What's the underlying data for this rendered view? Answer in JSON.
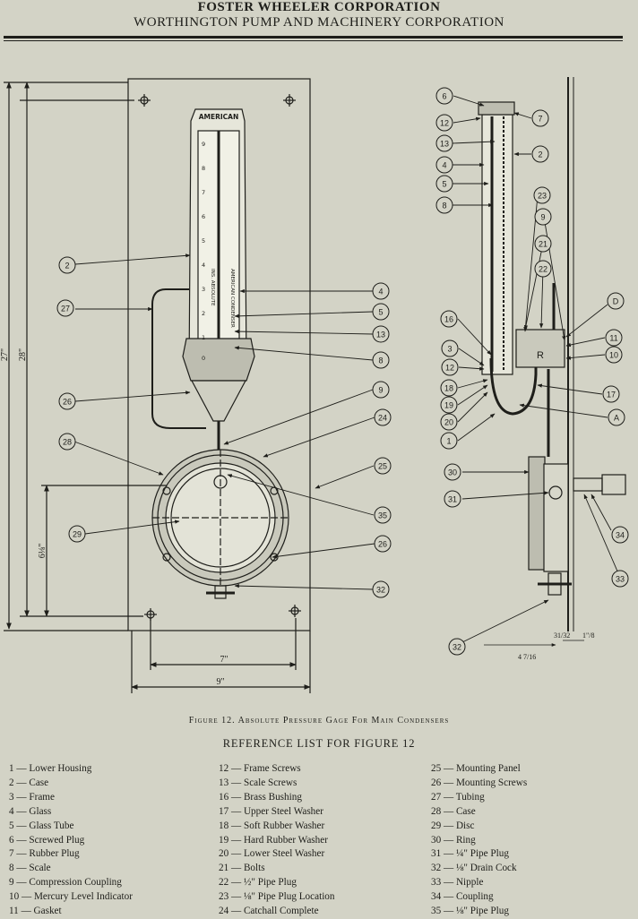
{
  "header": {
    "line1": "FOSTER WHEELER CORPORATION",
    "line2": "WORTHINGTON PUMP AND MACHINERY CORPORATION"
  },
  "figure": {
    "caption": "Figure 12. Absolute Pressure Gage For Main Condensers",
    "gage_brand": "AMERICAN",
    "scale_numbers": [
      "9",
      "8",
      "7",
      "6",
      "5",
      "4",
      "3",
      "2",
      "1",
      "0"
    ],
    "scale_labels": {
      "left": "INS. ABSOLUTE",
      "right": "AMERICAN CONDENSER"
    },
    "dims": {
      "height_outer": "27\"",
      "height_inner": "28\"",
      "width_inner": "7\"",
      "width_outer": "9\"",
      "offset_vertical": "6⅛\"",
      "depth_a": "4 7/16",
      "depth_b": "31/32",
      "depth_c": "1\"/8"
    },
    "front_callouts": [
      "2",
      "27",
      "26",
      "28",
      "29",
      "4",
      "5",
      "13",
      "8",
      "9",
      "24",
      "25",
      "35",
      "26",
      "32"
    ],
    "side_callouts": [
      "6",
      "12",
      "13",
      "4",
      "5",
      "8",
      "7",
      "2",
      "23",
      "9",
      "21",
      "22",
      "D",
      "11",
      "10",
      "16",
      "3",
      "12",
      "18",
      "19",
      "20",
      "1",
      "17",
      "A",
      "30",
      "31",
      "34",
      "33",
      "32"
    ],
    "side_letter_r": "R"
  },
  "reference": {
    "title": "REFERENCE LIST FOR FIGURE 12",
    "col1": [
      "1 — Lower Housing",
      "2 — Case",
      "3 — Frame",
      "4 — Glass",
      "5 — Glass Tube",
      "6 — Screwed Plug",
      "7 — Rubber Plug",
      "8 — Scale",
      "9 — Compression Coupling",
      "10 — Mercury Level Indicator",
      "11 — Gasket"
    ],
    "col2": [
      "12 — Frame Screws",
      "13 — Scale Screws",
      "16 — Brass Bushing",
      "17 — Upper Steel Washer",
      "18 — Soft Rubber Washer",
      "19 — Hard Rubber Washer",
      "20 — Lower Steel Washer",
      "21 — Bolts",
      "22 — ½\" Pipe Plug",
      "23 — ⅛\" Pipe Plug Location",
      "24 — Catchall Complete"
    ],
    "col3": [
      "25 — Mounting Panel",
      "26 — Mounting Screws",
      "27 — Tubing",
      "28 — Case",
      "29 — Disc",
      "30 — Ring",
      "31 — ¼\" Pipe Plug",
      "32 — ⅛\" Drain Cock",
      "33 — Nipple",
      "34 — Coupling",
      "35 — ⅛\" Pipe Plug"
    ]
  }
}
